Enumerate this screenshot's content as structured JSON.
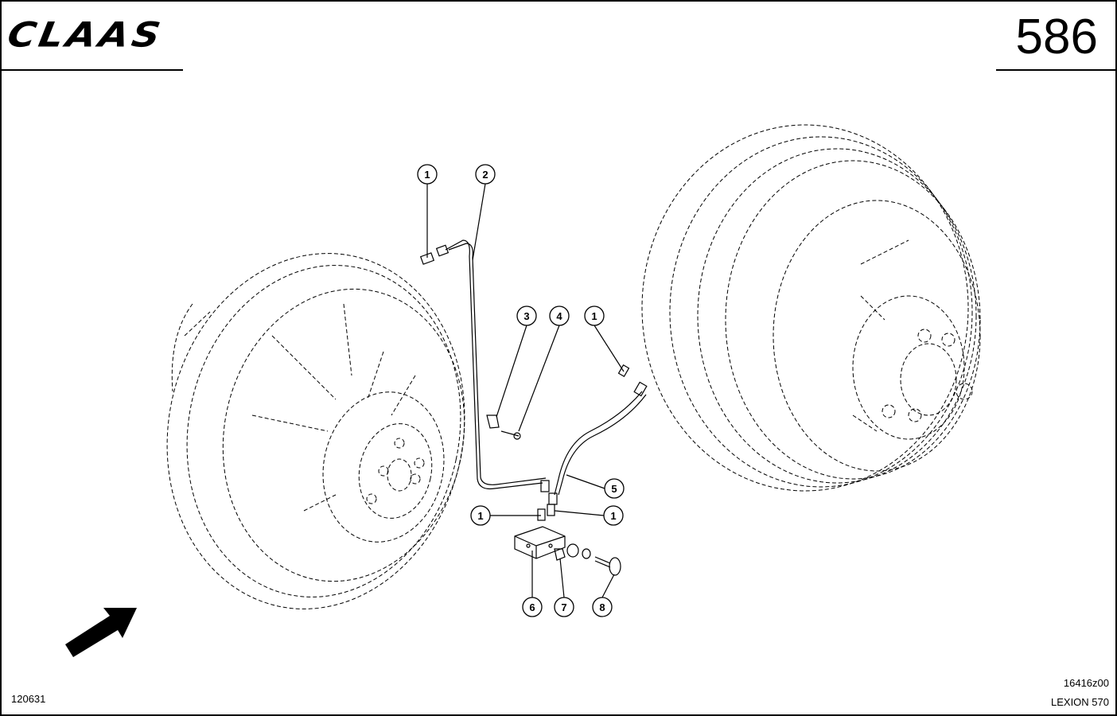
{
  "header": {
    "logo_text": "CLAAS",
    "page_number": "586"
  },
  "callouts": [
    "1",
    "2",
    "3",
    "4",
    "1",
    "5",
    "1",
    "1",
    "6",
    "7",
    "8"
  ],
  "footer": {
    "drawing_number": "120631",
    "figure_code": "16416z00",
    "model": "LEXION 570"
  }
}
